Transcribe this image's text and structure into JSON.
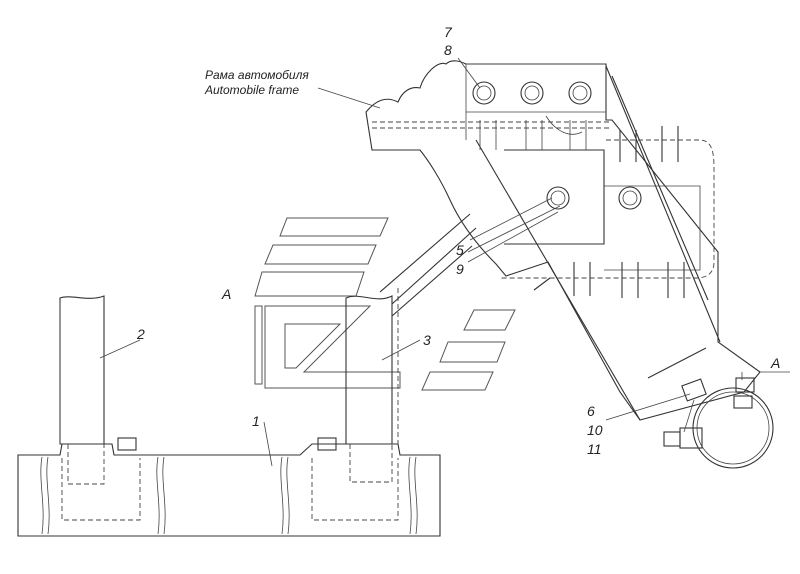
{
  "labels": {
    "frame_ru": "Рама автомобиля",
    "frame_en": "Automobile frame",
    "p1": "1",
    "p2": "2",
    "p3": "3",
    "p5": "5",
    "p6": "6",
    "p7": "7",
    "p8": "8",
    "p9": "9",
    "p10": "10",
    "p11": "11",
    "view_a_left": "A",
    "view_a_right": "A"
  }
}
